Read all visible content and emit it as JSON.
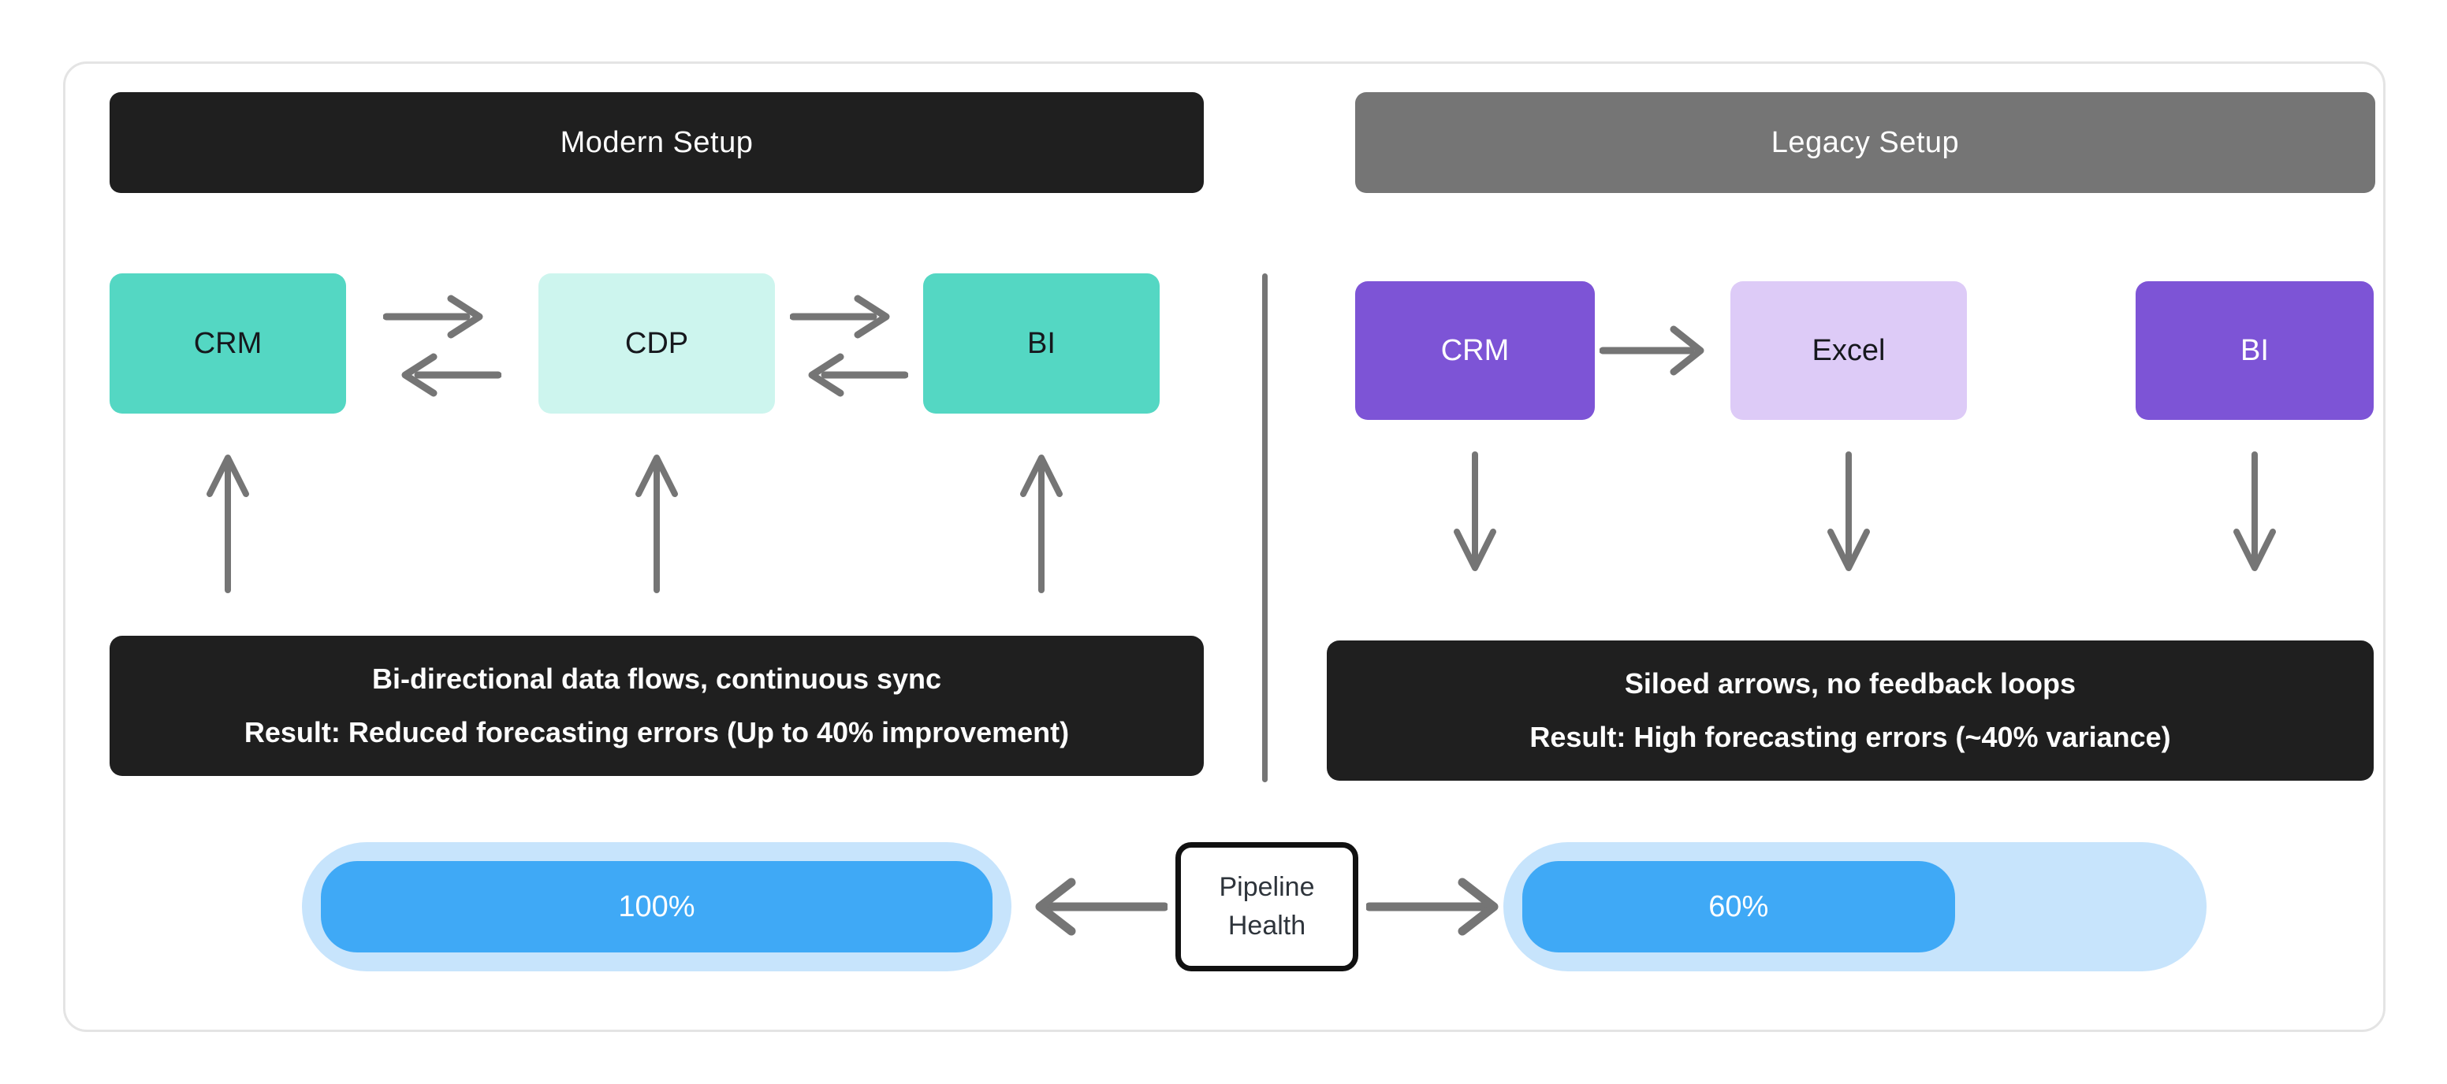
{
  "page": {
    "background": "#ffffff",
    "card_border": "#e4e4e4",
    "card_background": "#ffffff",
    "arrow_color": "#757575"
  },
  "modern": {
    "header": {
      "label": "Modern Setup",
      "background": "#1f1f1f",
      "text_color": "#ffffff"
    },
    "nodes": [
      {
        "label": "CRM",
        "background": "#54d7c3",
        "text_color": "#16181d"
      },
      {
        "label": "CDP",
        "background": "#cdf5ee",
        "text_color": "#16181d"
      },
      {
        "label": "BI",
        "background": "#54d7c3",
        "text_color": "#16181d"
      }
    ],
    "result_box": {
      "line1": "Bi-directional data flows, continuous sync",
      "line2": "Result: Reduced forecasting errors (Up to 40% improvement)",
      "background": "#1f1f1f",
      "text_color": "#ffffff"
    },
    "gauge": {
      "label": "100%",
      "percent": 100,
      "fill_percent": 100,
      "fill_color": "#3fa9f6",
      "track_color": "#c7e4fc"
    }
  },
  "legacy": {
    "header": {
      "label": "Legacy Setup",
      "background": "#757575",
      "text_color": "#ffffff"
    },
    "nodes": [
      {
        "label": "CRM",
        "background": "#7d54d6",
        "text_color": "#ffffff"
      },
      {
        "label": "Excel",
        "background": "#ddcbf7",
        "text_color": "#16181d"
      },
      {
        "label": "BI",
        "background": "#7d54d6",
        "text_color": "#ffffff"
      }
    ],
    "result_box": {
      "line1": "Siloed arrows, no feedback loops",
      "line2": "Result: High forecasting errors (~40% variance)",
      "background": "#1f1f1f",
      "text_color": "#ffffff"
    },
    "gauge": {
      "label": "60%",
      "percent": 60,
      "fill_percent": 65,
      "fill_color": "#3fa9f6",
      "track_color": "#c7e4fc"
    }
  },
  "pipeline_label": {
    "line1": "Pipeline",
    "line2": "Health"
  },
  "icons": {
    "arrow_right": "→",
    "arrow_left": "←",
    "arrow_up": "↑",
    "arrow_down": "↓"
  }
}
